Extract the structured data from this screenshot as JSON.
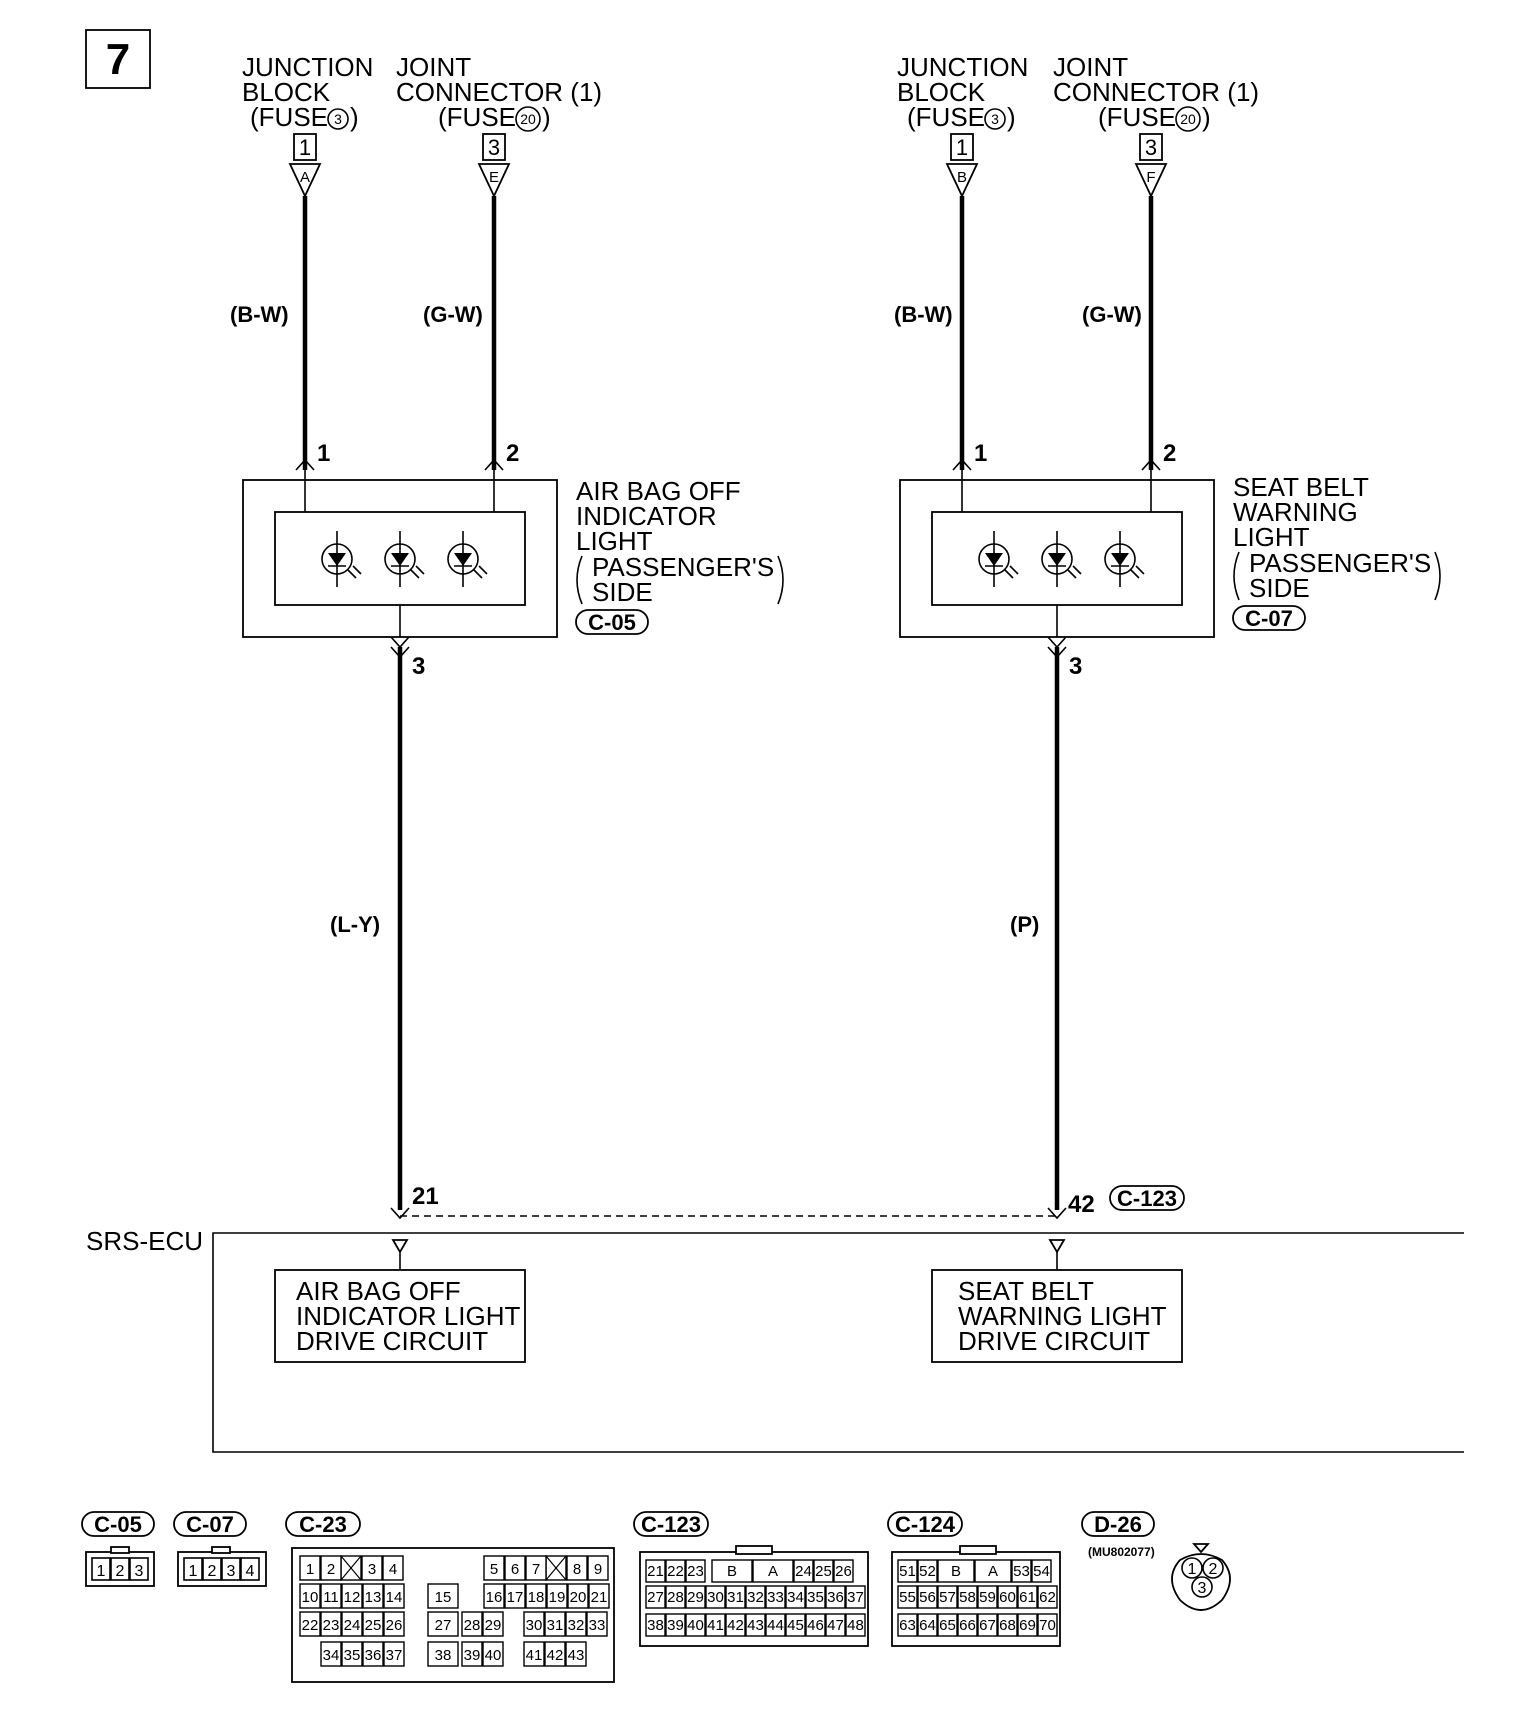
{
  "page_number": "7",
  "left": {
    "source1": {
      "line1": "JUNCTION",
      "line2": "BLOCK",
      "line3": "(FUSE",
      "fuse": "3",
      "close": ")",
      "pin": "1",
      "letter": "A"
    },
    "source2": {
      "line1": "JOINT",
      "line2": "CONNECTOR (1)",
      "line3": "(FUSE",
      "fuse": "20",
      "close": ")",
      "pin": "3",
      "letter": "E"
    },
    "wire1_color": "(B-W)",
    "wire2_color": "(G-W)",
    "pin1": "1",
    "pin2": "2",
    "device": {
      "line1": "AIR BAG OFF",
      "line2": "INDICATOR",
      "line3": "LIGHT",
      "line4": "PASSENGER'S",
      "line5": "SIDE",
      "connector": "C-05"
    },
    "pin3": "3",
    "wire3_color": "(L-Y)",
    "ecu_pin": "21",
    "circuit": {
      "line1": "AIR BAG OFF",
      "line2": "INDICATOR LIGHT",
      "line3": "DRIVE CIRCUIT"
    }
  },
  "right": {
    "source1": {
      "line1": "JUNCTION",
      "line2": "BLOCK",
      "line3": "(FUSE",
      "fuse": "3",
      "close": ")",
      "pin": "1",
      "letter": "B"
    },
    "source2": {
      "line1": "JOINT",
      "line2": "CONNECTOR (1)",
      "line3": "(FUSE",
      "fuse": "20",
      "close": ")",
      "pin": "3",
      "letter": "F"
    },
    "wire1_color": "(B-W)",
    "wire2_color": "(G-W)",
    "pin1": "1",
    "pin2": "2",
    "device": {
      "line1": "SEAT BELT",
      "line2": "WARNING",
      "line3": "LIGHT",
      "line4": "PASSENGER'S",
      "line5": "SIDE",
      "connector": "C-07"
    },
    "pin3": "3",
    "wire3_color": "(P)",
    "ecu_pin": "42",
    "ecu_connector": "C-123",
    "circuit": {
      "line1": "SEAT BELT",
      "line2": "WARNING LIGHT",
      "line3": "DRIVE CIRCUIT"
    }
  },
  "ecu_label": "SRS-ECU",
  "connectors": {
    "c05": {
      "name": "C-05",
      "pins": [
        "1",
        "2",
        "3"
      ]
    },
    "c07": {
      "name": "C-07",
      "pins": [
        "1",
        "2",
        "3",
        "4"
      ]
    },
    "c23": {
      "name": "C-23",
      "rows": [
        [
          "1",
          "2",
          "3",
          "4",
          "5",
          "6",
          "7",
          "8",
          "9"
        ],
        [
          "10",
          "11",
          "12",
          "13",
          "14",
          "15",
          "16",
          "17",
          "18",
          "19",
          "20",
          "21"
        ],
        [
          "22",
          "23",
          "24",
          "25",
          "26",
          "27",
          "28",
          "29",
          "30",
          "31",
          "32",
          "33"
        ],
        [
          "34",
          "35",
          "36",
          "37",
          "38",
          "39",
          "40",
          "41",
          "42",
          "43"
        ]
      ]
    },
    "c123": {
      "name": "C-123",
      "rows": [
        [
          "21",
          "22",
          "23",
          "B",
          "A",
          "24",
          "25",
          "26"
        ],
        [
          "27",
          "28",
          "29",
          "30",
          "31",
          "32",
          "33",
          "34",
          "35",
          "36",
          "37"
        ],
        [
          "38",
          "39",
          "40",
          "41",
          "42",
          "43",
          "44",
          "45",
          "46",
          "47",
          "48"
        ]
      ]
    },
    "c124": {
      "name": "C-124",
      "rows": [
        [
          "51",
          "52",
          "B",
          "A",
          "53",
          "54"
        ],
        [
          "55",
          "56",
          "57",
          "58",
          "59",
          "60",
          "61",
          "62"
        ],
        [
          "63",
          "64",
          "65",
          "66",
          "67",
          "68",
          "69",
          "70"
        ]
      ]
    },
    "d26": {
      "name": "D-26",
      "part": "(MU802077)",
      "pins": [
        "1",
        "2",
        "3"
      ]
    }
  }
}
